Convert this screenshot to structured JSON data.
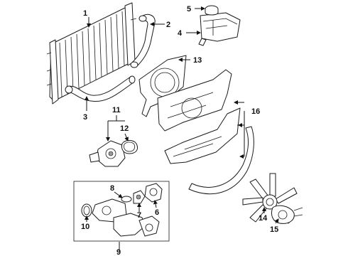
{
  "diagram": {
    "callouts": {
      "c1": "1",
      "c2": "2",
      "c3": "3",
      "c4": "4",
      "c5": "5",
      "c6": "6",
      "c7": "7",
      "c8": "8",
      "c9": "9",
      "c10": "10",
      "c11": "11",
      "c12": "12",
      "c13": "13",
      "c14": "14",
      "c15": "15",
      "c16": "16"
    },
    "colors": {
      "line": "#1a1a1a",
      "shade": "#9a9a9a",
      "background": "#ffffff"
    }
  }
}
